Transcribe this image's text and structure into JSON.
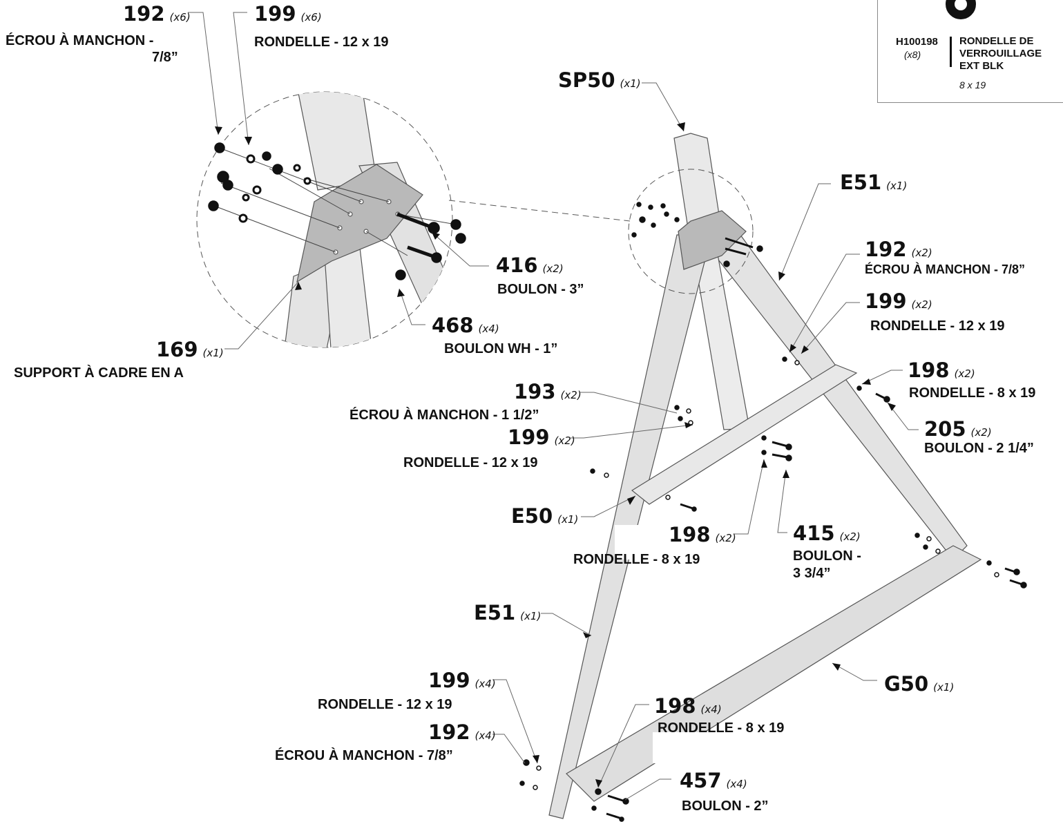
{
  "legend": {
    "code": "H100198",
    "qty": "(x8)",
    "desc_lines": [
      "RONDELLE DE",
      "VERROUILLAGE",
      "EXT BLK"
    ],
    "size": "8 x 19",
    "icon": "lock-washer-icon"
  },
  "callouts": {
    "d_192": {
      "num": "192",
      "qty": "(x6)",
      "desc": [
        "ÉCROU À MANCHON -",
        "7/8”"
      ]
    },
    "d_199": {
      "num": "199",
      "qty": "(x6)",
      "desc": [
        "RONDELLE - 12 x 19"
      ]
    },
    "d_416": {
      "num": "416",
      "qty": "(x2)",
      "desc": [
        "BOULON - 3”"
      ]
    },
    "d_468": {
      "num": "468",
      "qty": "(x4)",
      "desc": [
        "BOULON WH - 1”"
      ]
    },
    "d_169": {
      "num": "169",
      "qty": "(x1)",
      "desc": [
        "SUPPORT À CADRE EN A"
      ]
    },
    "sp50": {
      "num": "SP50",
      "qty": "(x1)"
    },
    "e51_top": {
      "num": "E51",
      "qty": "(x1)"
    },
    "r_192": {
      "num": "192",
      "qty": "(x2)",
      "desc": [
        "ÉCROU À MANCHON - 7/8”"
      ]
    },
    "r_199": {
      "num": "199",
      "qty": "(x2)",
      "desc": [
        "RONDELLE - 12 x 19"
      ]
    },
    "r_198": {
      "num": "198",
      "qty": "(x2)",
      "desc": [
        "RONDELLE - 8 x 19"
      ]
    },
    "r_205": {
      "num": "205",
      "qty": "(x2)",
      "desc": [
        "BOULON - 2 1/4”"
      ]
    },
    "m_193": {
      "num": "193",
      "qty": "(x2)",
      "desc": [
        "ÉCROU À MANCHON - 1 1/2”"
      ]
    },
    "m_199": {
      "num": "199",
      "qty": "(x2)",
      "desc": [
        "RONDELLE - 12 x 19"
      ]
    },
    "e50": {
      "num": "E50",
      "qty": "(x1)"
    },
    "m_198": {
      "num": "198",
      "qty": "(x2)",
      "desc": [
        "RONDELLE - 8 x 19"
      ]
    },
    "m_415": {
      "num": "415",
      "qty": "(x2)",
      "desc": [
        "BOULON -",
        "3 3/4”"
      ]
    },
    "e51_bot": {
      "num": "E51",
      "qty": "(x1)"
    },
    "g50": {
      "num": "G50",
      "qty": "(x1)"
    },
    "b_199": {
      "num": "199",
      "qty": "(x4)",
      "desc": [
        "RONDELLE - 12 x 19"
      ]
    },
    "b_192": {
      "num": "192",
      "qty": "(x4)",
      "desc": [
        "ÉCROU À MANCHON - 7/8”"
      ]
    },
    "b_198": {
      "num": "198",
      "qty": "(x4)",
      "desc": [
        "RONDELLE - 8 x 19"
      ]
    },
    "b_457": {
      "num": "457",
      "qty": "(x4)",
      "desc": [
        "BOULON - 2”"
      ]
    }
  }
}
